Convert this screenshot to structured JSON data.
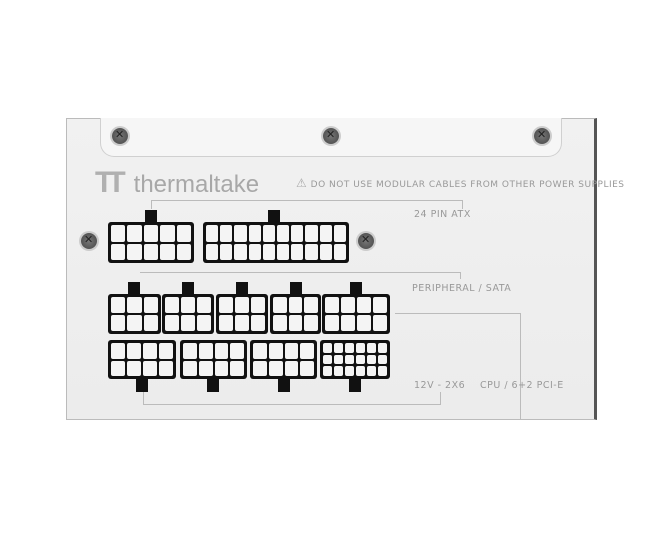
{
  "brand": "thermaltake",
  "warning": "DO NOT USE MODULAR CABLES FROM OTHER POWER SUPPLIES",
  "labels": {
    "atx": "24 PIN ATX",
    "peripheral": "PERIPHERAL / SATA",
    "hpwr": "12V - 2X6",
    "cpu": "CPU / 6+2 PCI-E"
  },
  "colors": {
    "panel": "#efefef",
    "connector": "#111111",
    "text": "#999999"
  }
}
